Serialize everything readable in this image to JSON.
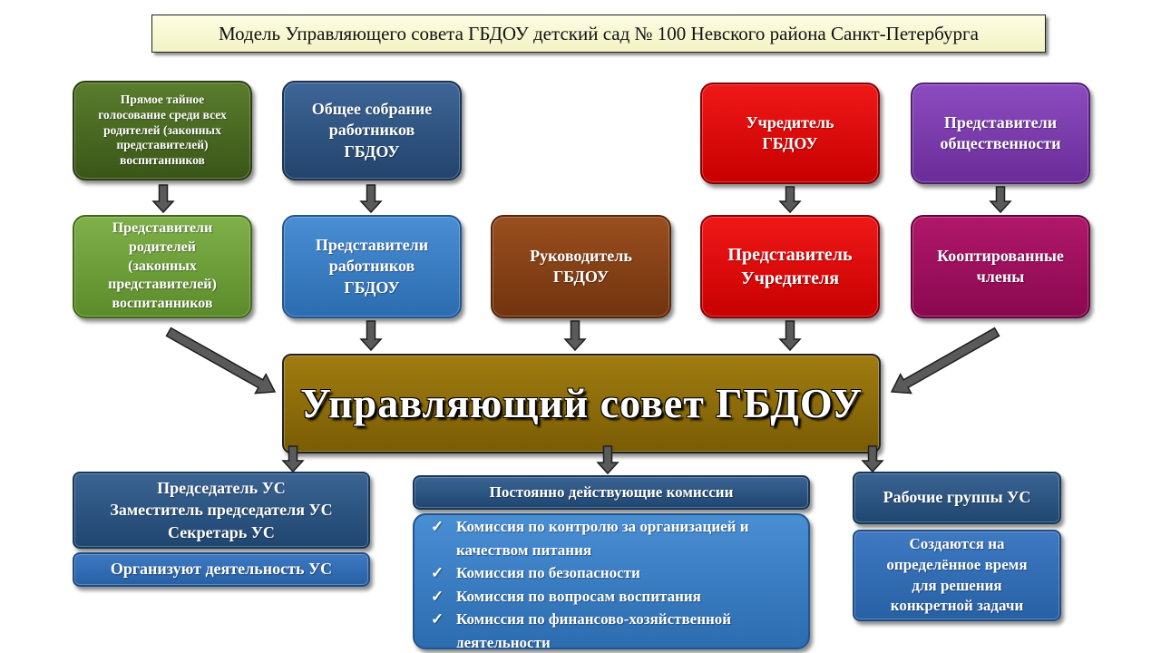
{
  "title": "Модель Управляющего совета ГБДОУ детский сад № 100 Невского района Санкт-Петербурга",
  "sources": {
    "parents_vote": "Прямое тайное\nголосование среди всех\nродителей (законных\nпредставителей)\nвоспитанников",
    "staff_meeting": "Общее собрание\nработников\nГБДОУ",
    "founder": "Учредитель\nГБДОУ",
    "public": "Представители\nобщественности"
  },
  "members": {
    "parents_reps": "Представители\nродителей\n(законных\nпредставителей)\nвоспитанников",
    "staff_reps": "Представители\nработников\nГБДОУ",
    "head": "Руководитель\nГБДОУ",
    "founder_rep": "Представитель\nУчредителя",
    "coopted": "Кооптированные\nчлены"
  },
  "council": "Управляющий совет ГБДОУ",
  "leadership": {
    "roles": "Председатель УС\nЗаместитель председателя УС\nСекретарь УС",
    "function": "Организуют деятельность УС"
  },
  "commissions": {
    "header": "Постоянно действующие комиссии",
    "check_glyph": "✓",
    "items": [
      "Комиссия по контролю за организацией и качеством питания",
      "Комиссия по безопасности",
      "Комиссия по вопросам воспитания",
      "Комиссия по финансово-хозяйственной деятельности"
    ]
  },
  "working_groups": {
    "header": "Рабочие группы УС",
    "description": "Создаются на\nопределённое время\nдля решения\nконкретной задачи"
  },
  "colors": {
    "arrow_fill": "#5a5a5a",
    "arrow_stroke": "#1e1e1e"
  }
}
